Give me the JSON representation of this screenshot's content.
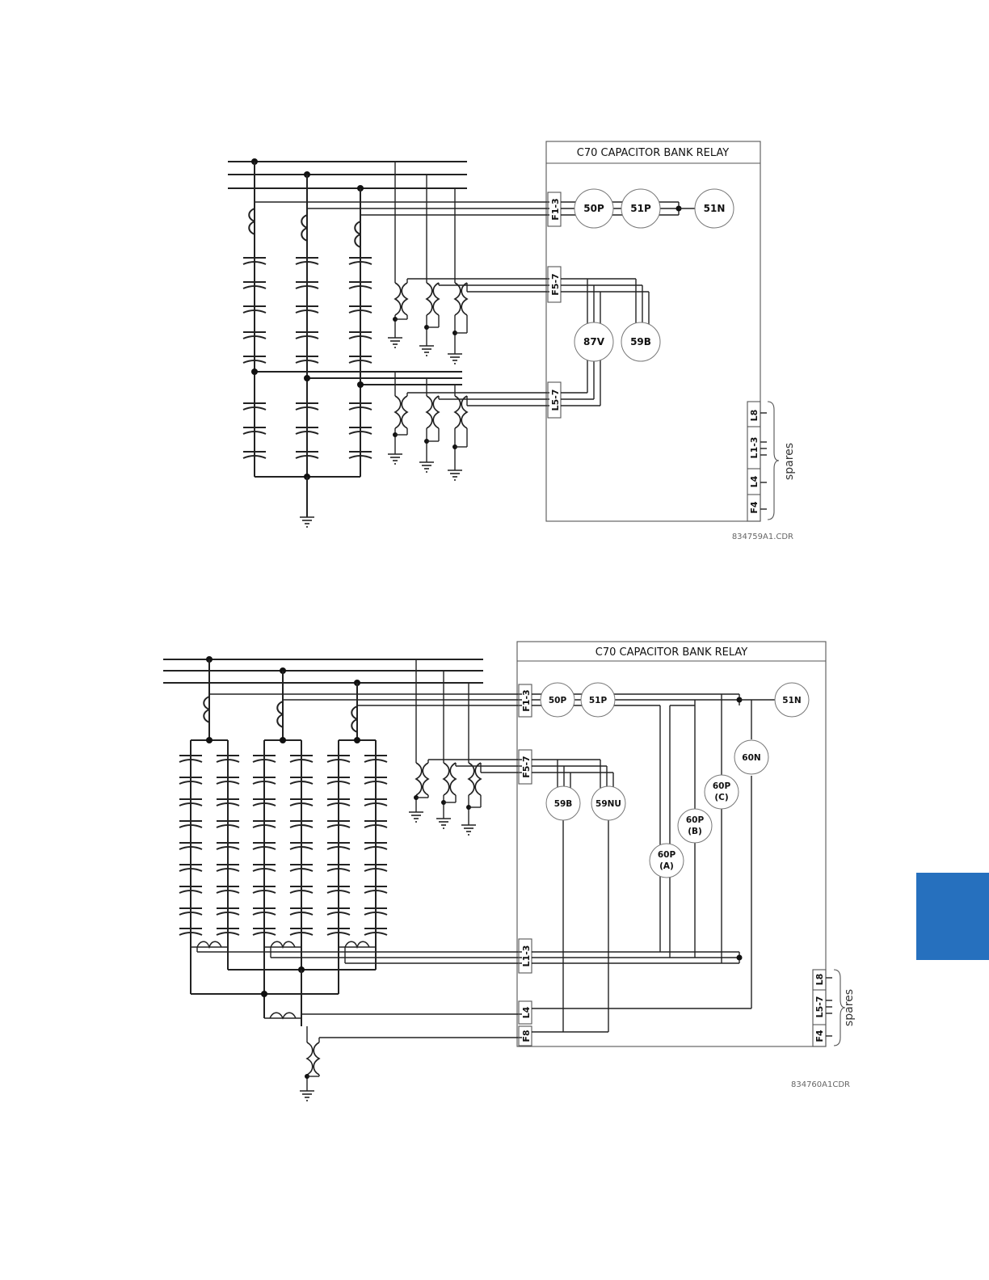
{
  "accent_color": "#2670be",
  "diagram1": {
    "title": "C70 CAPACITOR BANK RELAY",
    "terminals": [
      "F1-3",
      "F5-7",
      "L5-7"
    ],
    "devices": [
      "50P",
      "51P",
      "51N",
      "87V",
      "59B"
    ],
    "spare_terminals": [
      "L8",
      "L1-3",
      "L4",
      "F4"
    ],
    "spares_label": "spares",
    "figure_id": "834759A1.CDR"
  },
  "diagram2": {
    "title": "C70 CAPACITOR BANK RELAY",
    "terminals": [
      "F1-3",
      "F5-7",
      "L1-3",
      "L4",
      "F8"
    ],
    "devices": [
      "50P",
      "51P",
      "51N",
      "60N",
      "59B",
      "59NU"
    ],
    "devices_multiline": [
      {
        "line1": "60P",
        "line2": "(C)"
      },
      {
        "line1": "60P",
        "line2": "(B)"
      },
      {
        "line1": "60P",
        "line2": "(A)"
      }
    ],
    "spare_terminals": [
      "L8",
      "L5-7",
      "F4"
    ],
    "spares_label": "spares",
    "figure_id": "834760A1CDR"
  }
}
